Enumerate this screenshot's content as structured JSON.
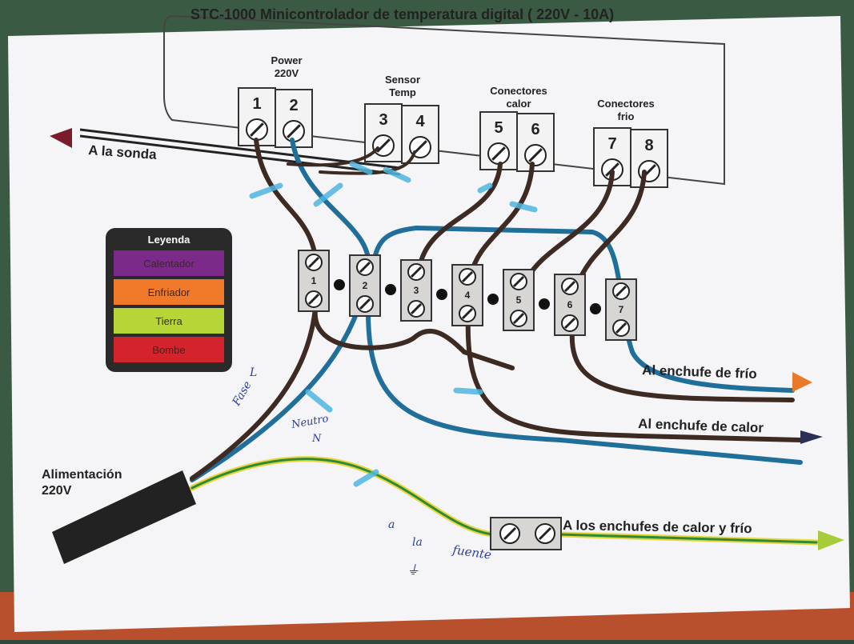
{
  "title": "STC-1000  Minicontrolador de temperatura digital  ( 220V   - 10A)",
  "controller_groups": [
    {
      "label_line1": "Power",
      "label_line2": "220V",
      "terminals": [
        "1",
        "2"
      ]
    },
    {
      "label_line1": "Sensor",
      "label_line2": "Temp",
      "terminals": [
        "3",
        "4"
      ]
    },
    {
      "label_line1": "Conectores",
      "label_line2": "calor",
      "terminals": [
        "5",
        "6"
      ]
    },
    {
      "label_line1": "Conectores",
      "label_line2": "frio",
      "terminals": [
        "7",
        "8"
      ]
    }
  ],
  "sensor_label": "A la sonda",
  "legend": {
    "title": "Leyenda",
    "items": [
      {
        "label": "Calentador",
        "color": "#7b2a8a"
      },
      {
        "label": "Enfriador",
        "color": "#f07a2a"
      },
      {
        "label": "Tierra",
        "color": "#b6d637"
      },
      {
        "label": "Bombe",
        "color": "#d3232c"
      }
    ]
  },
  "terminal_strip": [
    "1",
    "2",
    "3",
    "4",
    "5",
    "6",
    "7"
  ],
  "outputs": {
    "cold": "Al enchufe de frío",
    "heat": "Al enchufe de calor",
    "ground": "A los enchufes de calor y frío"
  },
  "power_label_line1": "Alimentación",
  "power_label_line2": "220V",
  "handwriting": {
    "fase": "Fase",
    "fase_mark": "L",
    "neutro": "Neutro",
    "neutro_mark": "N",
    "a": "a",
    "la": "la",
    "fuente": "fuente",
    "ground_mark": "⏚"
  },
  "colors": {
    "brown": "#3d2a22",
    "blue": "#1f6f9a",
    "green": "#2e8a3a",
    "yellow": "#e6d63a",
    "cyan_mark": "#4fb7e0"
  }
}
